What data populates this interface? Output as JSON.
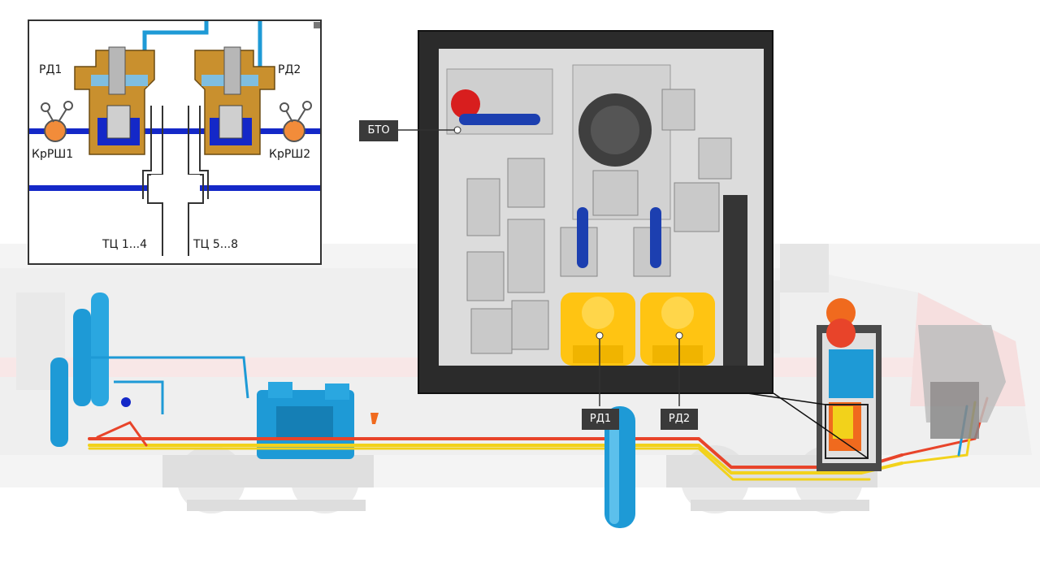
{
  "schematic": {
    "labels": {
      "rd1": "РД1",
      "rd2": "РД2",
      "krsh1": "КрРШ1",
      "krsh2": "КрРШ2",
      "tc1": "ТЦ 1...4",
      "tc2": "ТЦ 5...8"
    }
  },
  "panel": {
    "callouts": {
      "bto": "БТО",
      "rd1": "РД1",
      "rd2": "РД2"
    }
  },
  "pipe_colors": {
    "brake_main": "#e8442a",
    "brake_feed": "#f2d21b",
    "air_supply": "#1e9ad6",
    "schematic_line": "#1428c8",
    "valve_body": "#c9902e"
  }
}
